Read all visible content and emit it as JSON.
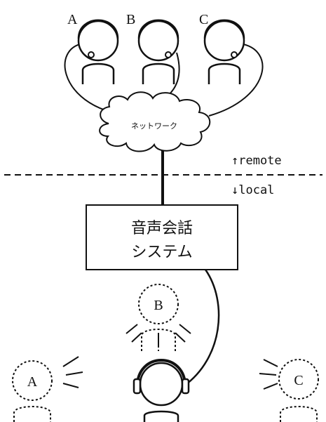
{
  "remote_users": [
    {
      "label": "A"
    },
    {
      "label": "B"
    },
    {
      "label": "C"
    }
  ],
  "network": {
    "label": "ネットワーク"
  },
  "boundary": {
    "remote_label": "↑remote",
    "local_label": "↓local"
  },
  "system": {
    "line1": "音声会話",
    "line2": "システム"
  },
  "virtual_speakers": [
    {
      "label": "A"
    },
    {
      "label": "B"
    },
    {
      "label": "C"
    }
  ]
}
